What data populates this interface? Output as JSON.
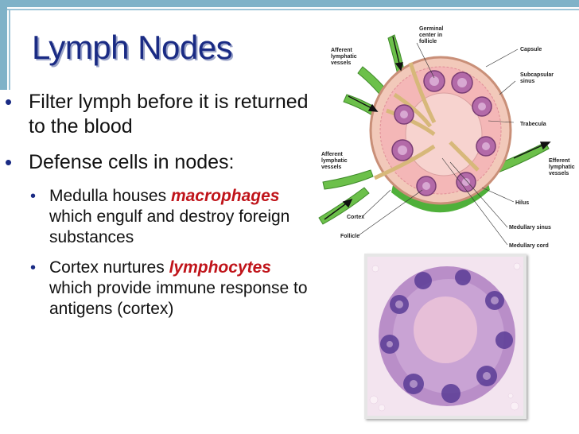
{
  "slide": {
    "title": "Lymph Nodes",
    "bullets": [
      {
        "text": "Filter lymph before it is returned to the blood"
      },
      {
        "text": "Defense cells in nodes:"
      }
    ],
    "sub_bullets": [
      {
        "pre": "Medulla houses ",
        "em": "macrophages",
        "post": " which engulf and destroy foreign substances"
      },
      {
        "pre": "Cortex nurtures ",
        "em": "lymphocytes",
        "post": " which provide immune response to antigens (cortex)"
      }
    ]
  },
  "diagram": {
    "labels": {
      "germinal": [
        "Germinal",
        "center in",
        "follicle"
      ],
      "afferent_top": [
        "Afferent",
        "lymphatic",
        "vessels"
      ],
      "capsule": "Capsule",
      "subcapsular": [
        "Subcapsular",
        "sinus"
      ],
      "trabecula": "Trabecula",
      "afferent_left": [
        "Afferent",
        "lymphatic",
        "vessels"
      ],
      "efferent": [
        "Efferent",
        "lymphatic",
        "vessels"
      ],
      "hilus": "Hilus",
      "cortex": "Cortex",
      "medullary_sinus": "Medullary sinus",
      "follicle": "Follicle",
      "medullary_cord": "Medullary cord"
    }
  },
  "colors": {
    "title": "#1a2b84",
    "emphasis": "#c0141a",
    "bullet": "#1a2b84",
    "accent_bar": "#7fb2c8"
  }
}
